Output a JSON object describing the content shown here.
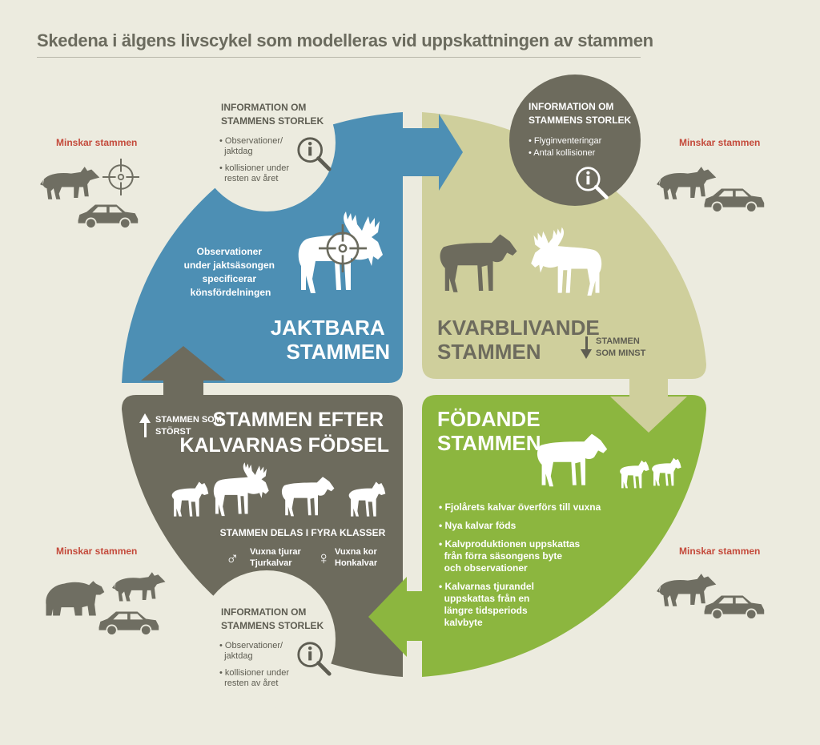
{
  "title": "Skedena i älgens livscykel som modelleras vid uppskattningen av stammen",
  "threat_label": "Minskar stammen",
  "info_title": [
    "INFORMATION OM",
    "STAMMENS STORLEK"
  ],
  "quadrants": {
    "jaktbara": {
      "label": [
        "JAKTBARA",
        "STAMMEN"
      ],
      "description": [
        "Observationer",
        "under jaktsäsongen",
        "specificerar",
        "könsfördelningen"
      ],
      "info_items": [
        "• Observationer/",
        "  jaktdag",
        "• kollisioner under",
        "  resten av året"
      ]
    },
    "kvarblivande": {
      "label": [
        "KVARBLIVANDE",
        "STAMMEN"
      ],
      "info_items": [
        "• Flyginventeringar",
        "• Antal kollisioner"
      ],
      "note": [
        "STAMMEN",
        "SOM MINST"
      ]
    },
    "fodande": {
      "label": [
        "FÖDANDE",
        "STAMMEN"
      ],
      "bullets": [
        "• Fjolårets kalvar överförs till vuxna",
        "• Nya kalvar föds",
        "• Kalvproduktionen uppskattas",
        "  från förra säsongens byte",
        "  och observationer",
        "• Kalvarnas tjurandel",
        "  uppskattas från en",
        "  längre tidsperiods",
        "  kalvbyte"
      ]
    },
    "efter_kalv": {
      "label": [
        "STAMMEN EFTER",
        "KALVARNAS FÖDSEL"
      ],
      "note": [
        "STAMMEN SOM",
        "STÖRST"
      ],
      "classes_title": "STAMMEN DELAS I FYRA KLASSER",
      "male_classes": [
        "Vuxna tjurar",
        "Tjurkalvar"
      ],
      "female_classes": [
        "Vuxna kor",
        "Honkalvar"
      ],
      "info_items": [
        "• Observationer/",
        "  jaktdag",
        "• kollisioner under",
        "  resten av året"
      ]
    }
  },
  "colors": {
    "background": "#ecebdf",
    "blue": "#4d8fb4",
    "beige": "#cfcf9c",
    "green": "#8cb63f",
    "dark": "#6d6b5d",
    "white": "#ffffff",
    "threat_red": "#c44a3b",
    "icon_gray": "#6f6e62"
  }
}
